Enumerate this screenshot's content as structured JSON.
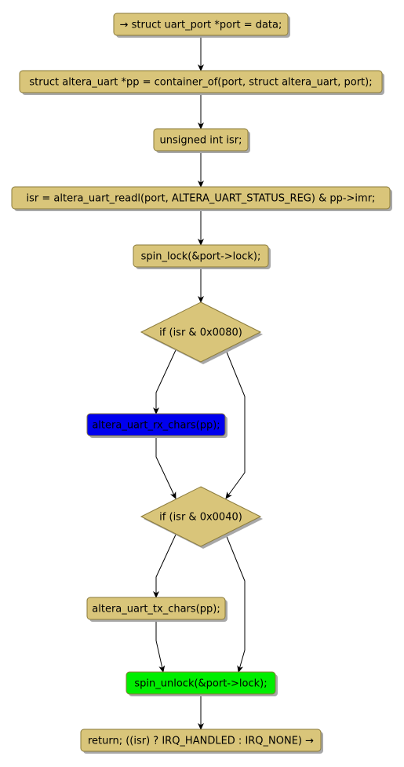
{
  "colors": {
    "node_fill": "#D9C57A",
    "node_stroke": "#8A7A3A",
    "shadow": "#A8A8A8",
    "edge": "#000000",
    "highlight_blue": "#0000EE",
    "highlight_green": "#00EE00"
  },
  "nodes": [
    {
      "id": "n1",
      "shape": "box",
      "label": "→ struct uart_port *port = data;"
    },
    {
      "id": "n2",
      "shape": "box",
      "label": "struct altera_uart *pp = container_of(port, struct altera_uart, port);"
    },
    {
      "id": "n3",
      "shape": "box",
      "label": "unsigned int isr;"
    },
    {
      "id": "n4",
      "shape": "box",
      "label": "isr = altera_uart_readl(port, ALTERA_UART_STATUS_REG) & pp->imr;"
    },
    {
      "id": "n5",
      "shape": "box",
      "label": "spin_lock(&port->lock);"
    },
    {
      "id": "d1",
      "shape": "diamond",
      "label": "if (isr & 0x0080)"
    },
    {
      "id": "n6",
      "shape": "box",
      "label": "altera_uart_rx_chars(pp);",
      "highlight": "blue"
    },
    {
      "id": "d2",
      "shape": "diamond",
      "label": "if (isr & 0x0040)"
    },
    {
      "id": "n7",
      "shape": "box",
      "label": "altera_uart_tx_chars(pp);"
    },
    {
      "id": "n8",
      "shape": "box",
      "label": "spin_unlock(&port->lock);",
      "highlight": "green"
    },
    {
      "id": "n9",
      "shape": "box",
      "label": "return; ((isr) ? IRQ_HANDLED : IRQ_NONE) →"
    }
  ],
  "edges": [
    {
      "from": "n1",
      "to": "n2"
    },
    {
      "from": "n2",
      "to": "n3"
    },
    {
      "from": "n3",
      "to": "n4"
    },
    {
      "from": "n4",
      "to": "n5"
    },
    {
      "from": "n5",
      "to": "d1"
    },
    {
      "from": "d1",
      "to": "n6"
    },
    {
      "from": "d1",
      "to": "d2"
    },
    {
      "from": "n6",
      "to": "d2"
    },
    {
      "from": "d2",
      "to": "n7"
    },
    {
      "from": "d2",
      "to": "n8"
    },
    {
      "from": "n7",
      "to": "n8"
    },
    {
      "from": "n8",
      "to": "n9"
    }
  ]
}
